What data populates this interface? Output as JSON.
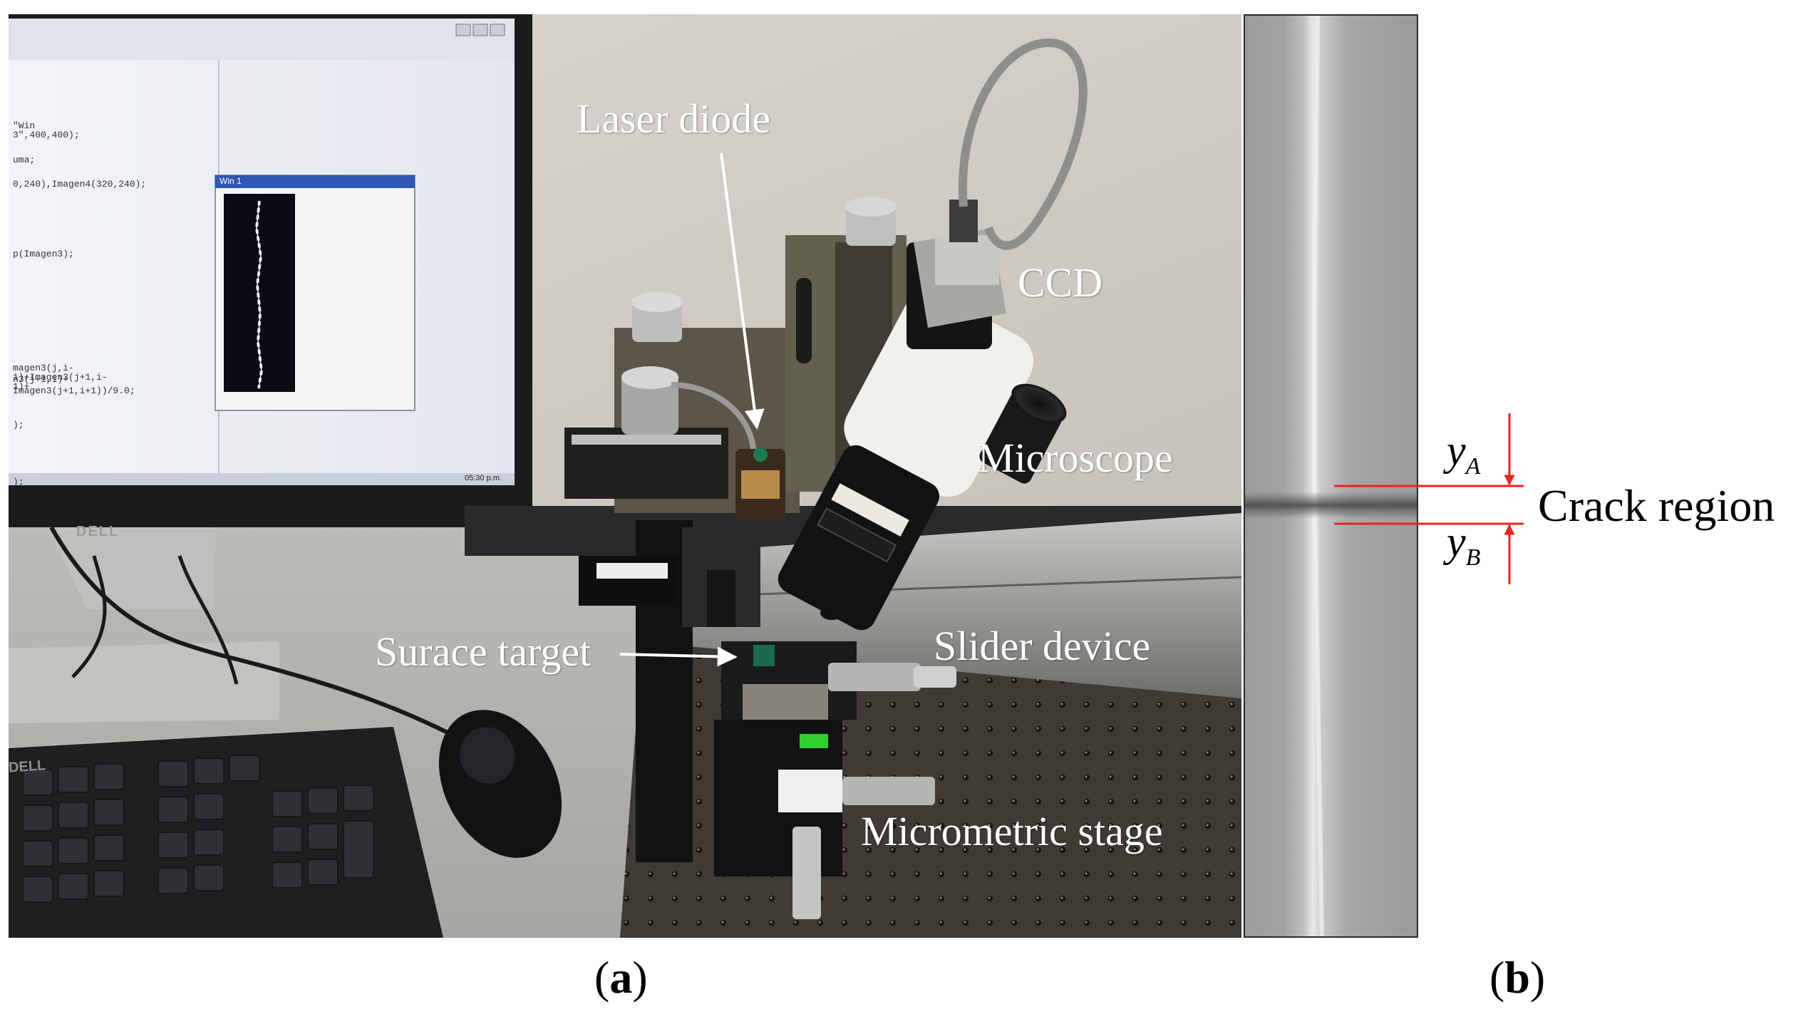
{
  "figure": {
    "panel_a": {
      "caption_open": "(",
      "caption_letter": "a",
      "caption_close": ")",
      "labels": {
        "laser_diode": "Laser diode",
        "ccd": "CCD",
        "microscope": "Microscope",
        "surface_target": "Surace target",
        "slider_device": "Slider device",
        "micrometric_stage": "Micrometric stage"
      },
      "screen": {
        "window_title": "Win 1",
        "code_lines": [
          "\"Win 3\",400,400);",
          "uma;",
          "0,240),Imagen4(320,240);",
          "p(Imagen3);",
          "magen3(j,i-1)+Imagen3(j+1,i-1)+",
          "n3(j+1,i)+",
          "Imagen3(j+1,i+1))/9.0;",
          ");",
          ");"
        ],
        "clock": "05:30 p.m."
      },
      "monitor_brand": "DELL",
      "keyboard_brand": "DELL"
    },
    "panel_b": {
      "caption_open": "(",
      "caption_letter": "b",
      "caption_close": ")",
      "y_a_base": "y",
      "y_a_sub": "A",
      "y_b_base": "y",
      "y_b_sub": "B",
      "crack_label": "Crack region",
      "annotation_color": "#e8251c"
    }
  }
}
